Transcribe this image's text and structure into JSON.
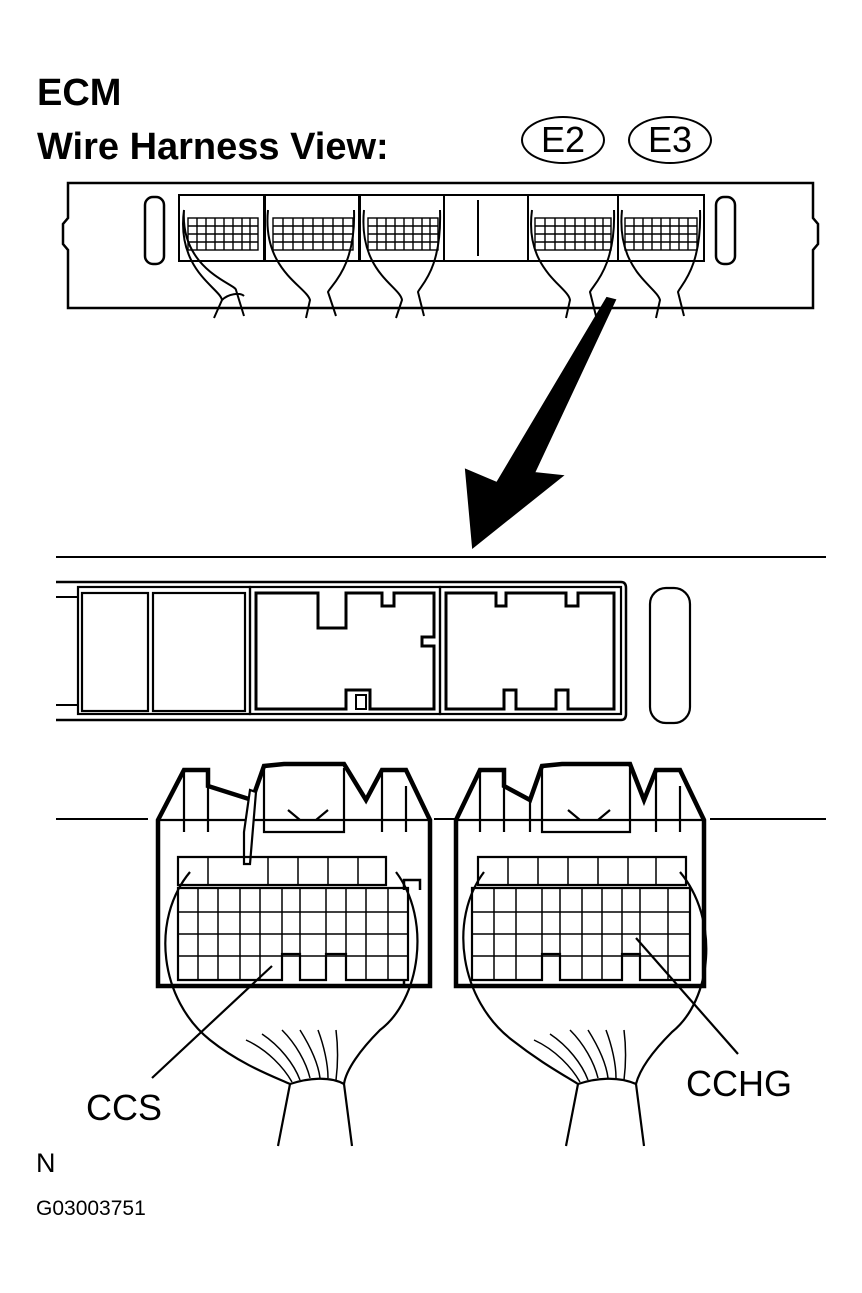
{
  "header": {
    "title": "ECM",
    "subtitle": "Wire Harness View:"
  },
  "connectors": [
    {
      "id": "E2"
    },
    {
      "id": "E3"
    }
  ],
  "terminals": {
    "left": "CCS",
    "right": "CCHG"
  },
  "footer": {
    "orientation": "N",
    "figure_code": "G03003751"
  }
}
